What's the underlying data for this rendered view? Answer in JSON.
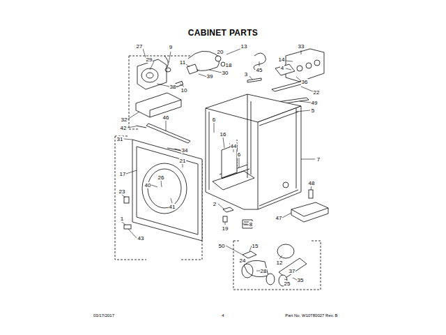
{
  "diagram": {
    "title": "CABINET PARTS",
    "labels": [
      "27",
      "9",
      "13",
      "33",
      "29",
      "20",
      "18",
      "45",
      "11",
      "30",
      "39",
      "14",
      "4",
      "3",
      "36",
      "38",
      "10",
      "22",
      "49",
      "5",
      "32",
      "46",
      "6",
      "42",
      "16",
      "31",
      "44",
      "34",
      "7",
      "21",
      "6",
      "17",
      "26",
      "40",
      "48",
      "23",
      "41",
      "2",
      "1",
      "47",
      "8",
      "19",
      "43",
      "50",
      "15",
      "24",
      "12",
      "28",
      "37",
      "25",
      "35",
      "03/17/2017",
      "4",
      "Part No. W10780027 Rev. B"
    ]
  }
}
